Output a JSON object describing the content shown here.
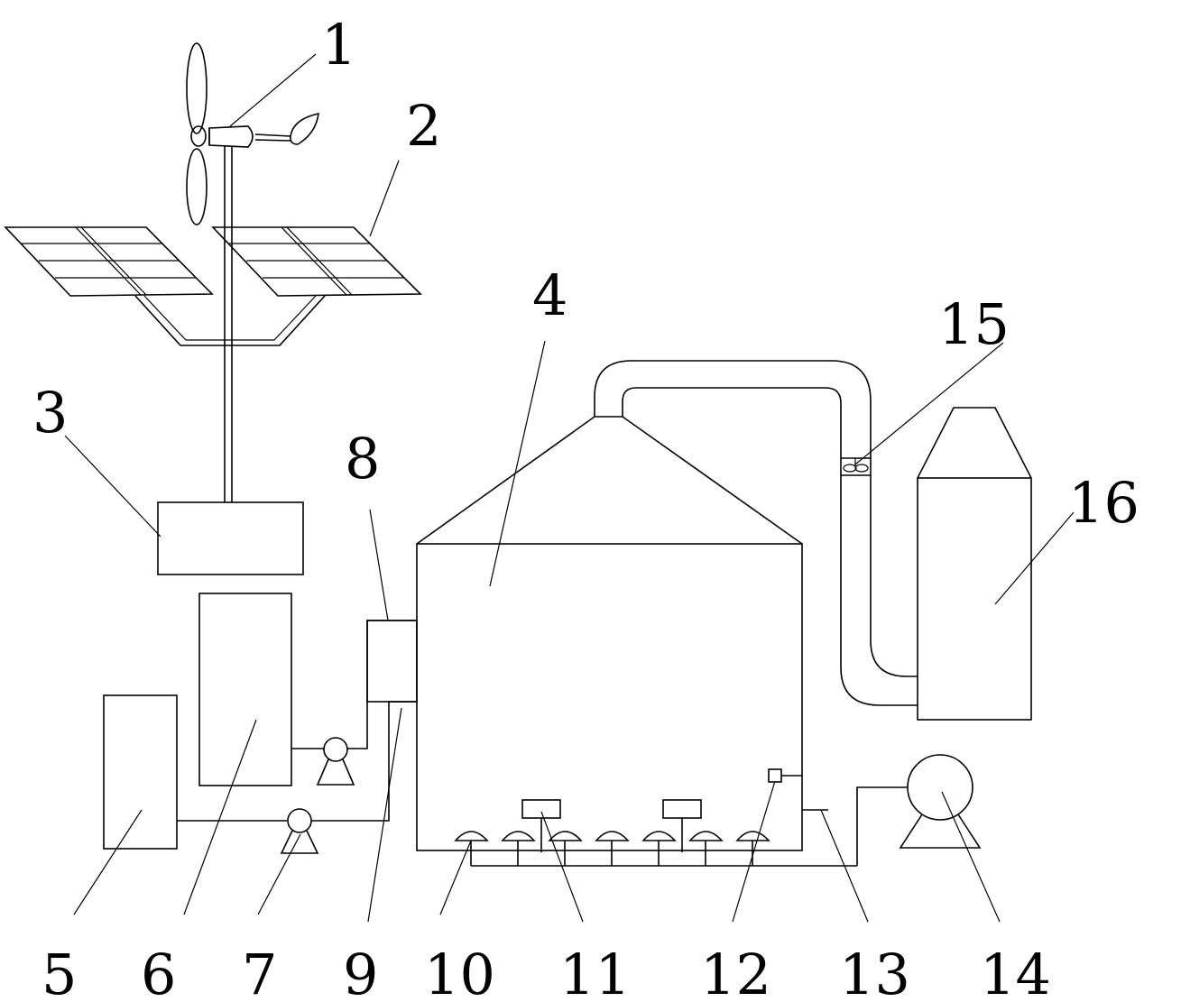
{
  "labels": {
    "n1": "1",
    "n2": "2",
    "n3": "3",
    "n4": "4",
    "n5": "5",
    "n6": "6",
    "n7": "7",
    "n8": "8",
    "n9": "9",
    "n10": "10",
    "n11": "11",
    "n12": "12",
    "n13": "13",
    "n14": "14",
    "n15": "15",
    "n16": "16"
  }
}
